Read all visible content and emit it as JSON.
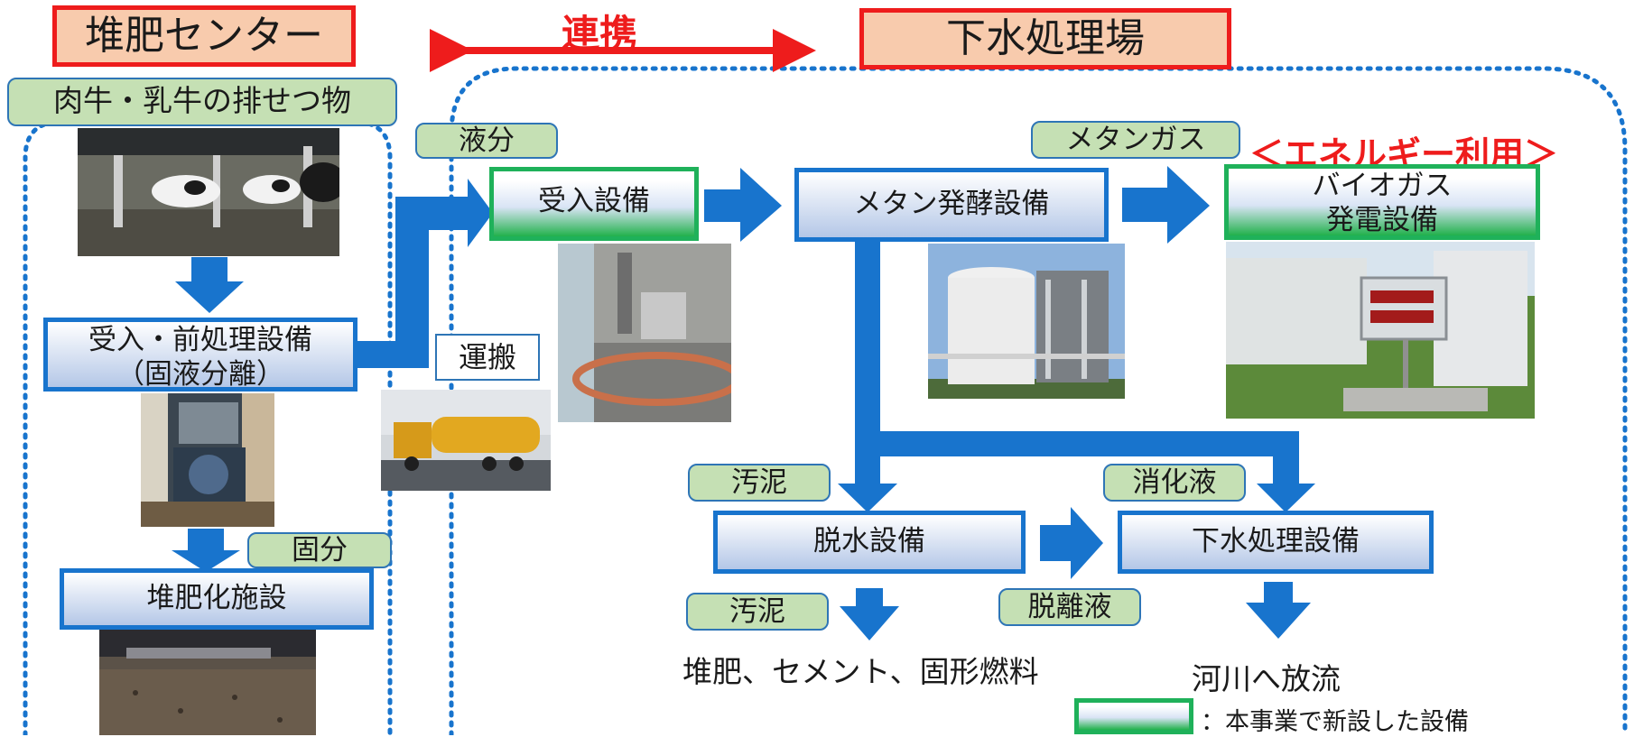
{
  "compost_center": {
    "title": "堆肥センター",
    "manure_label": "肉牛・乳牛の排せつ物",
    "pretreatment_line1": "受入・前処理設備",
    "pretreatment_line2": "（固液分離）",
    "solid_label": "固分",
    "composting_facility": "堆肥化施設"
  },
  "link_label": "連携",
  "sewage_plant": {
    "title": "下水処理場",
    "liquid_label": "液分",
    "transport_label": "運搬",
    "receiving_facility": "受入設備",
    "methane_fermentation": "メタン発酵設備",
    "methane_gas_label": "メタンガス",
    "energy_use_label": "＜エネルギー利用＞",
    "biogas_line1": "バイオガス",
    "biogas_line2": "発電設備",
    "sludge_label": "汚泥",
    "digestate_label": "消化液",
    "dewatering_facility": "脱水設備",
    "sewage_treatment_facility": "下水処理設備",
    "sludge_label_2": "汚泥",
    "separated_liquid_label": "脱離液",
    "sludge_uses": "堆肥、セメント、固形燃料",
    "river_discharge": "河川へ放流"
  },
  "legend": {
    "new_facility_label": "：本事業で新設した設備"
  },
  "colors": {
    "arrow_blue": "#1874cd",
    "title_red": "#ee1c1c",
    "title_fill": "#f8cbad",
    "label_green": "#c5e0b4",
    "new_border_green": "#1fb15a"
  }
}
